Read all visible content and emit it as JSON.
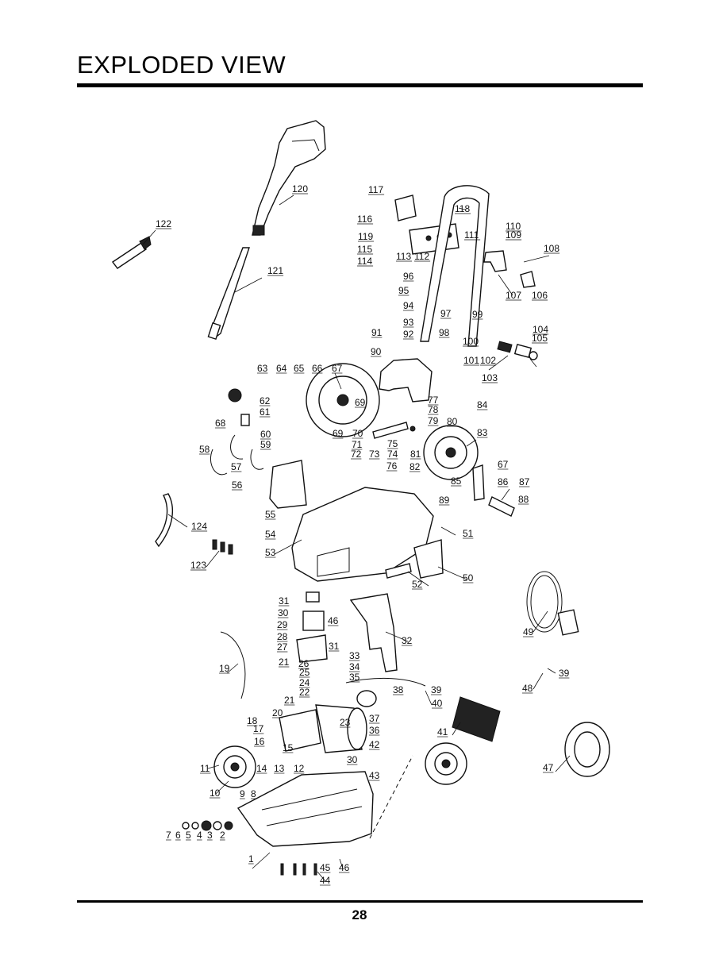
{
  "header": {
    "title": "EXPLODED VIEW"
  },
  "footer": {
    "page_number": "28"
  },
  "part_labels": [
    "1",
    "2",
    "3",
    "4",
    "5",
    "6",
    "7",
    "8",
    "9",
    "10",
    "11",
    "12",
    "13",
    "14",
    "15",
    "16",
    "17",
    "18",
    "19",
    "20",
    "21",
    "21",
    "22",
    "23",
    "24",
    "25",
    "26",
    "27",
    "28",
    "29",
    "30",
    "30",
    "31",
    "31",
    "32",
    "33",
    "34",
    "35",
    "36",
    "37",
    "38",
    "39",
    "39",
    "40",
    "41",
    "42",
    "43",
    "44",
    "45",
    "46",
    "46",
    "47",
    "48",
    "49",
    "50",
    "51",
    "52",
    "53",
    "54",
    "55",
    "56",
    "57",
    "58",
    "59",
    "60",
    "61",
    "62",
    "63",
    "64",
    "65",
    "66",
    "67",
    "67",
    "68",
    "69",
    "69",
    "70",
    "71",
    "72",
    "73",
    "74",
    "75",
    "76",
    "77",
    "78",
    "79",
    "80",
    "81",
    "82",
    "83",
    "84",
    "85",
    "86",
    "87",
    "88",
    "89",
    "90",
    "91",
    "92",
    "93",
    "94",
    "95",
    "96",
    "97",
    "98",
    "99",
    "100",
    "101",
    "102",
    "103",
    "104",
    "105",
    "106",
    "107",
    "108",
    "109",
    "110",
    "111",
    "112",
    "113",
    "114",
    "115",
    "116",
    "117",
    "118",
    "119",
    "120",
    "121",
    "122",
    "123",
    "124"
  ]
}
